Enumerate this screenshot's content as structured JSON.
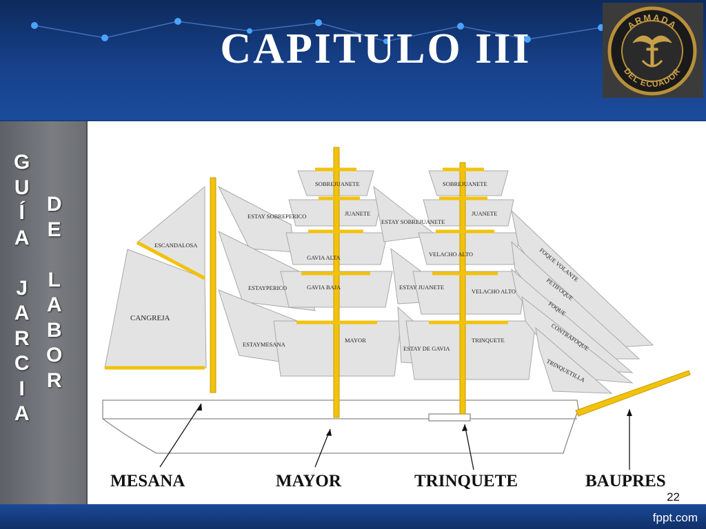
{
  "slide": {
    "title": "CAPITULO III",
    "page_number": "22",
    "brand": "fppt.com"
  },
  "side_panel": {
    "word1": [
      "G",
      "U",
      "Í",
      "A"
    ],
    "word1b": [
      "J",
      "A",
      "R",
      "C",
      "I",
      "A"
    ],
    "word2": [
      "D",
      "E"
    ],
    "word2b": [
      "L",
      "A",
      "B",
      "O",
      "R"
    ]
  },
  "logo": {
    "text_top": "ARMADA",
    "text_bottom": "DEL ECUADOR",
    "icon": "anchor-eagle-emblem-icon"
  },
  "diagram": {
    "sail_labels": {
      "escandalosa": "ESCANDALOSA",
      "cangreja": "CANGREJA",
      "estay_sobreperico": "ESTAY SOBREPERICO",
      "estayperico": "ESTAYPERICO",
      "estaymesana": "ESTAYMESANA",
      "sobrejuanete_mayor": "SOBREJUANETE",
      "juanete_mayor": "JUANETE",
      "estay_sobrejuanete": "ESTAY SOBREJUANETE",
      "gavia_alta": "GAVIA ALTA",
      "gavia_baja": "GAVIA BAJA",
      "estay_juanete": "ESTAY JUANETE",
      "mayor": "MAYOR",
      "estay_de_gavia": "ESTAY DE GAVIA",
      "sobrejuanete_trinquete": "SOBREJUANETE",
      "juanete_trinquete": "JUANETE",
      "velacho_alto": "VELACHO ALTO",
      "velacho_alto_2": "VELACHO ALTO",
      "trinquete": "TRINQUETE",
      "foque_volante": "FOQUE VOLANTE",
      "petifoque": "PETIFOQUE",
      "foque": "FOQUE",
      "contrafoque": "CONTRAFOQUE",
      "trinquetilla": "TRINQUETILLA"
    },
    "mast_labels": {
      "mesana": "MESANA",
      "mayor": "MAYOR",
      "trinquete": "TRINQUETE",
      "baupres": "BAUPRES"
    },
    "colors": {
      "sail_fill": "#e3e3e3",
      "sail_stroke": "#a8a8a8",
      "mast": "#f2c20c",
      "hull_stroke": "#8a8a8a"
    }
  }
}
